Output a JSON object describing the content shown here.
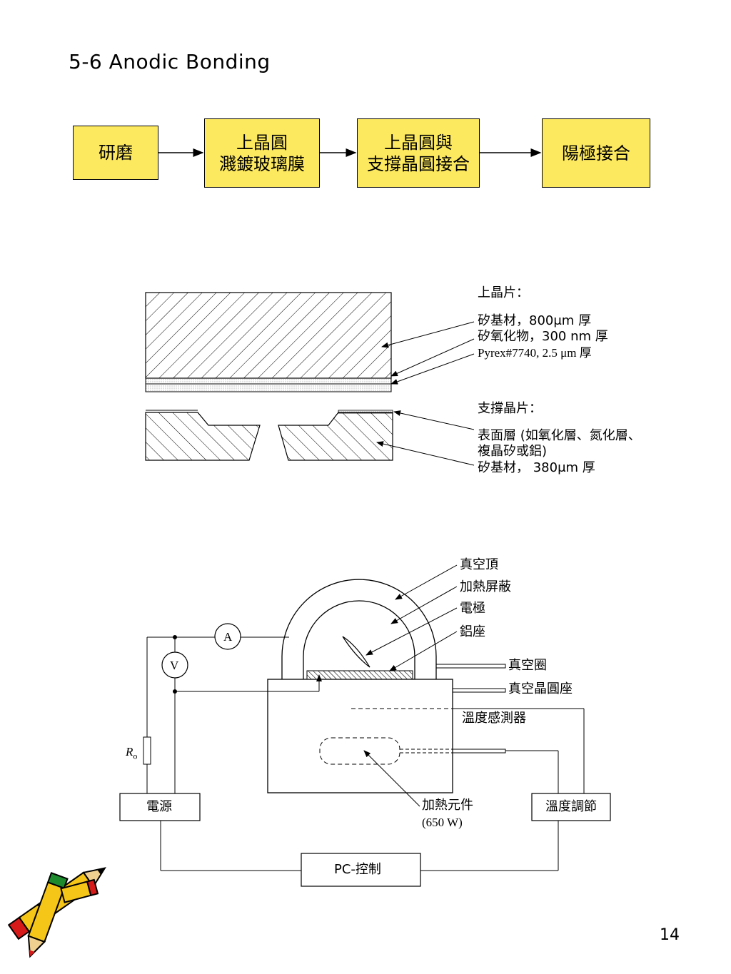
{
  "title": "5-6 Anodic Bonding",
  "flow": {
    "steps": [
      {
        "lines": [
          "研磨"
        ]
      },
      {
        "lines": [
          "上晶圓",
          "濺鍍玻璃膜"
        ]
      },
      {
        "lines": [
          "上晶圓與",
          "支撐晶圓接合"
        ]
      },
      {
        "lines": [
          "陽極接合"
        ]
      }
    ],
    "box_color": "#fde95f"
  },
  "wafer": {
    "upper_heading": "上晶片：",
    "upper_items": [
      "矽基材，800μm 厚",
      "矽氧化物，300 nm 厚",
      "Pyrex#7740, 2.5 μm 厚"
    ],
    "support_heading": "支撐晶片：",
    "support_items": [
      "表面層 (如氧化層、氮化層、",
      "複晶矽或鋁)",
      "矽基材， 380μm 厚"
    ]
  },
  "apparatus": {
    "labels": {
      "vacuum_top": "真空頂",
      "heat_shield": "加熱屏蔽",
      "electrode": "電極",
      "al_seat": "鋁座",
      "vacuum_ring": "真空圈",
      "vacuum_wafer_seat": "真空晶圓座",
      "temp_sensor": "溫度感測器",
      "heater": "加熱元件",
      "heater_power": "(650 W)",
      "power_supply": "電源",
      "temp_control": "溫度調節",
      "pc_control": "PC-控制",
      "ammeter": "A",
      "voltmeter": "V",
      "resistor": "R",
      "resistor_sub": "o"
    }
  },
  "page_number": "14",
  "clipart": {
    "name": "pencils-clipart",
    "colors": {
      "pencil_body": "#f5c518",
      "tip": "#d61a1a",
      "eraser": "#1e8a2e"
    }
  }
}
